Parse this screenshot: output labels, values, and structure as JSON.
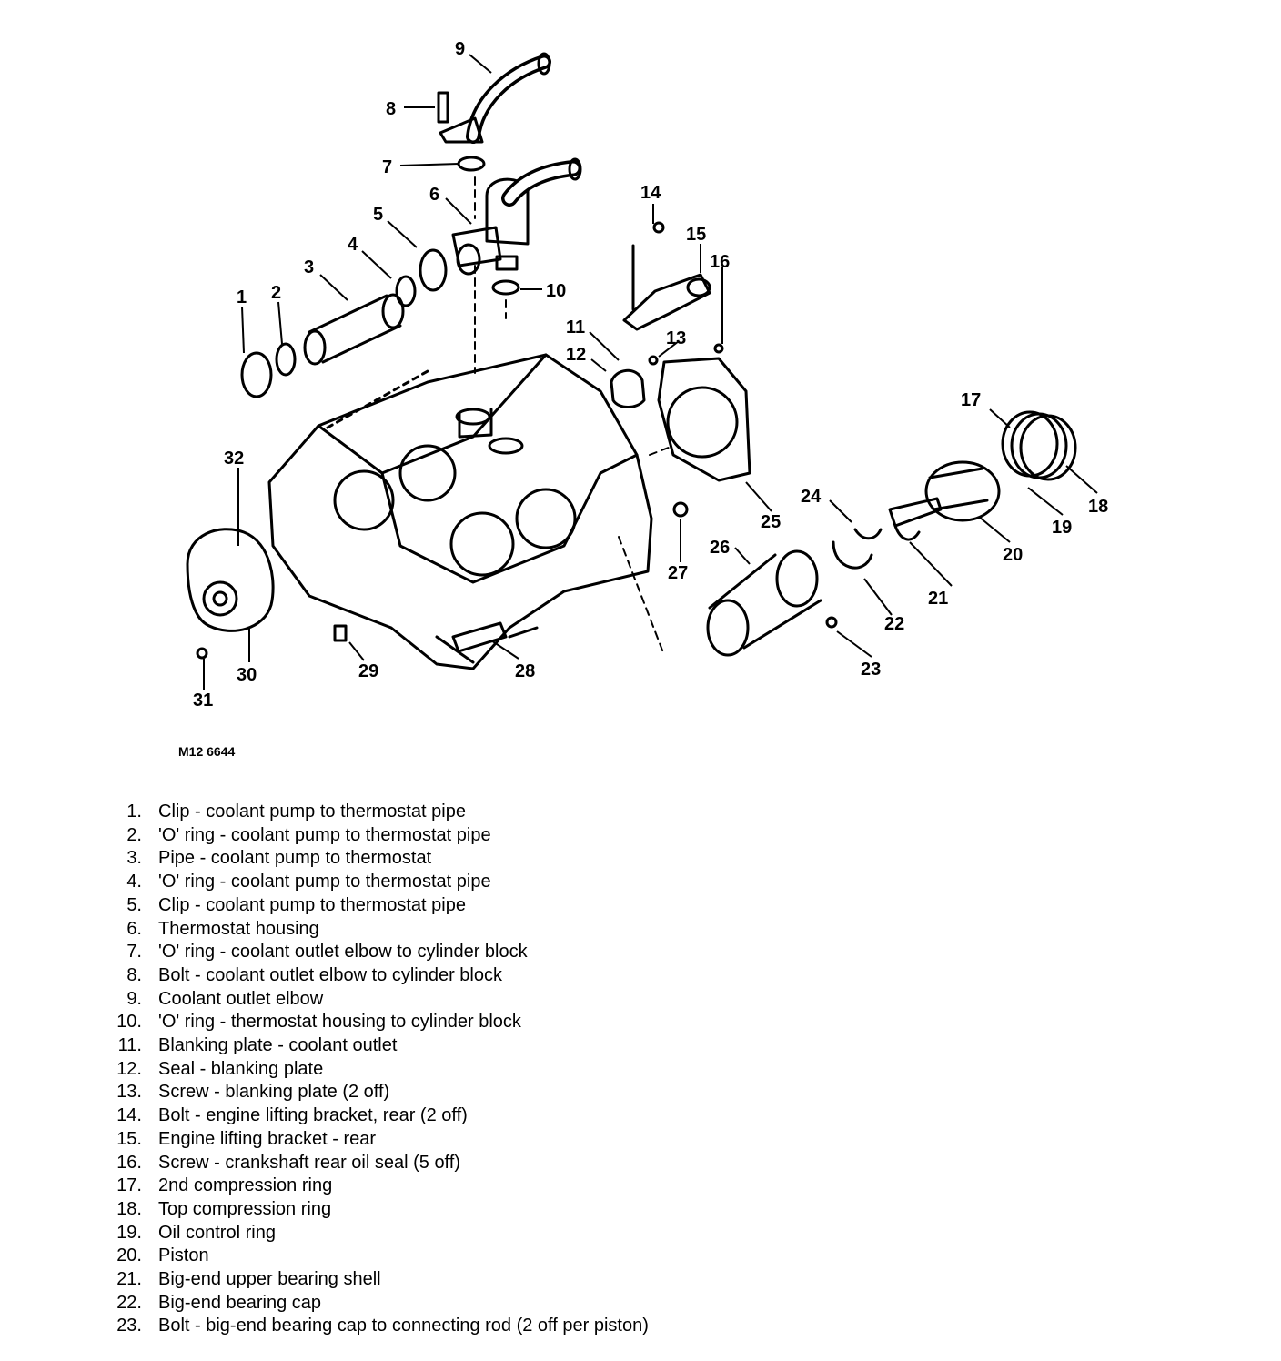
{
  "figure_ref": "M12 6644",
  "callouts": [
    {
      "id": "1",
      "text": "1"
    },
    {
      "id": "2",
      "text": "2"
    },
    {
      "id": "3",
      "text": "3"
    },
    {
      "id": "4",
      "text": "4"
    },
    {
      "id": "5",
      "text": "5"
    },
    {
      "id": "6",
      "text": "6"
    },
    {
      "id": "7",
      "text": "7"
    },
    {
      "id": "8",
      "text": "8"
    },
    {
      "id": "9",
      "text": "9"
    },
    {
      "id": "10",
      "text": "10"
    },
    {
      "id": "11",
      "text": "11"
    },
    {
      "id": "12",
      "text": "12"
    },
    {
      "id": "13",
      "text": "13"
    },
    {
      "id": "14",
      "text": "14"
    },
    {
      "id": "15",
      "text": "15"
    },
    {
      "id": "16",
      "text": "16"
    },
    {
      "id": "17",
      "text": "17"
    },
    {
      "id": "18",
      "text": "18"
    },
    {
      "id": "19",
      "text": "19"
    },
    {
      "id": "20",
      "text": "20"
    },
    {
      "id": "21",
      "text": "21"
    },
    {
      "id": "22",
      "text": "22"
    },
    {
      "id": "23",
      "text": "23"
    },
    {
      "id": "24",
      "text": "24"
    },
    {
      "id": "25",
      "text": "25"
    },
    {
      "id": "26",
      "text": "26"
    },
    {
      "id": "27",
      "text": "27"
    },
    {
      "id": "28",
      "text": "28"
    },
    {
      "id": "29",
      "text": "29"
    },
    {
      "id": "30",
      "text": "30"
    },
    {
      "id": "31",
      "text": "31"
    },
    {
      "id": "32",
      "text": "32"
    }
  ],
  "legend": [
    {
      "num": "1.",
      "text": "Clip - coolant pump to thermostat pipe"
    },
    {
      "num": "2.",
      "text": "'O' ring - coolant pump to thermostat pipe"
    },
    {
      "num": "3.",
      "text": "Pipe - coolant pump to thermostat"
    },
    {
      "num": "4.",
      "text": "'O' ring - coolant pump to thermostat pipe"
    },
    {
      "num": "5.",
      "text": "Clip - coolant pump to thermostat pipe"
    },
    {
      "num": "6.",
      "text": "Thermostat housing"
    },
    {
      "num": "7.",
      "text": "'O' ring - coolant outlet elbow to cylinder block"
    },
    {
      "num": "8.",
      "text": "Bolt - coolant outlet elbow to cylinder block"
    },
    {
      "num": "9.",
      "text": "Coolant outlet elbow"
    },
    {
      "num": "10.",
      "text": "'O' ring - thermostat housing to cylinder block"
    },
    {
      "num": "11.",
      "text": "Blanking plate - coolant outlet"
    },
    {
      "num": "12.",
      "text": "Seal - blanking plate"
    },
    {
      "num": "13.",
      "text": "Screw - blanking plate (2 off)"
    },
    {
      "num": "14.",
      "text": "Bolt - engine lifting bracket, rear (2 off)"
    },
    {
      "num": "15.",
      "text": "Engine lifting bracket - rear"
    },
    {
      "num": "16.",
      "text": "Screw - crankshaft rear oil seal (5 off)"
    },
    {
      "num": "17.",
      "text": "2nd compression ring"
    },
    {
      "num": "18.",
      "text": "Top compression ring"
    },
    {
      "num": "19.",
      "text": "Oil control ring"
    },
    {
      "num": "20.",
      "text": "Piston"
    },
    {
      "num": "21.",
      "text": "Big-end upper bearing shell"
    },
    {
      "num": "22.",
      "text": "Big-end bearing cap"
    },
    {
      "num": "23.",
      "text": "Bolt - big-end bearing cap to connecting rod (2 off per piston)"
    }
  ]
}
